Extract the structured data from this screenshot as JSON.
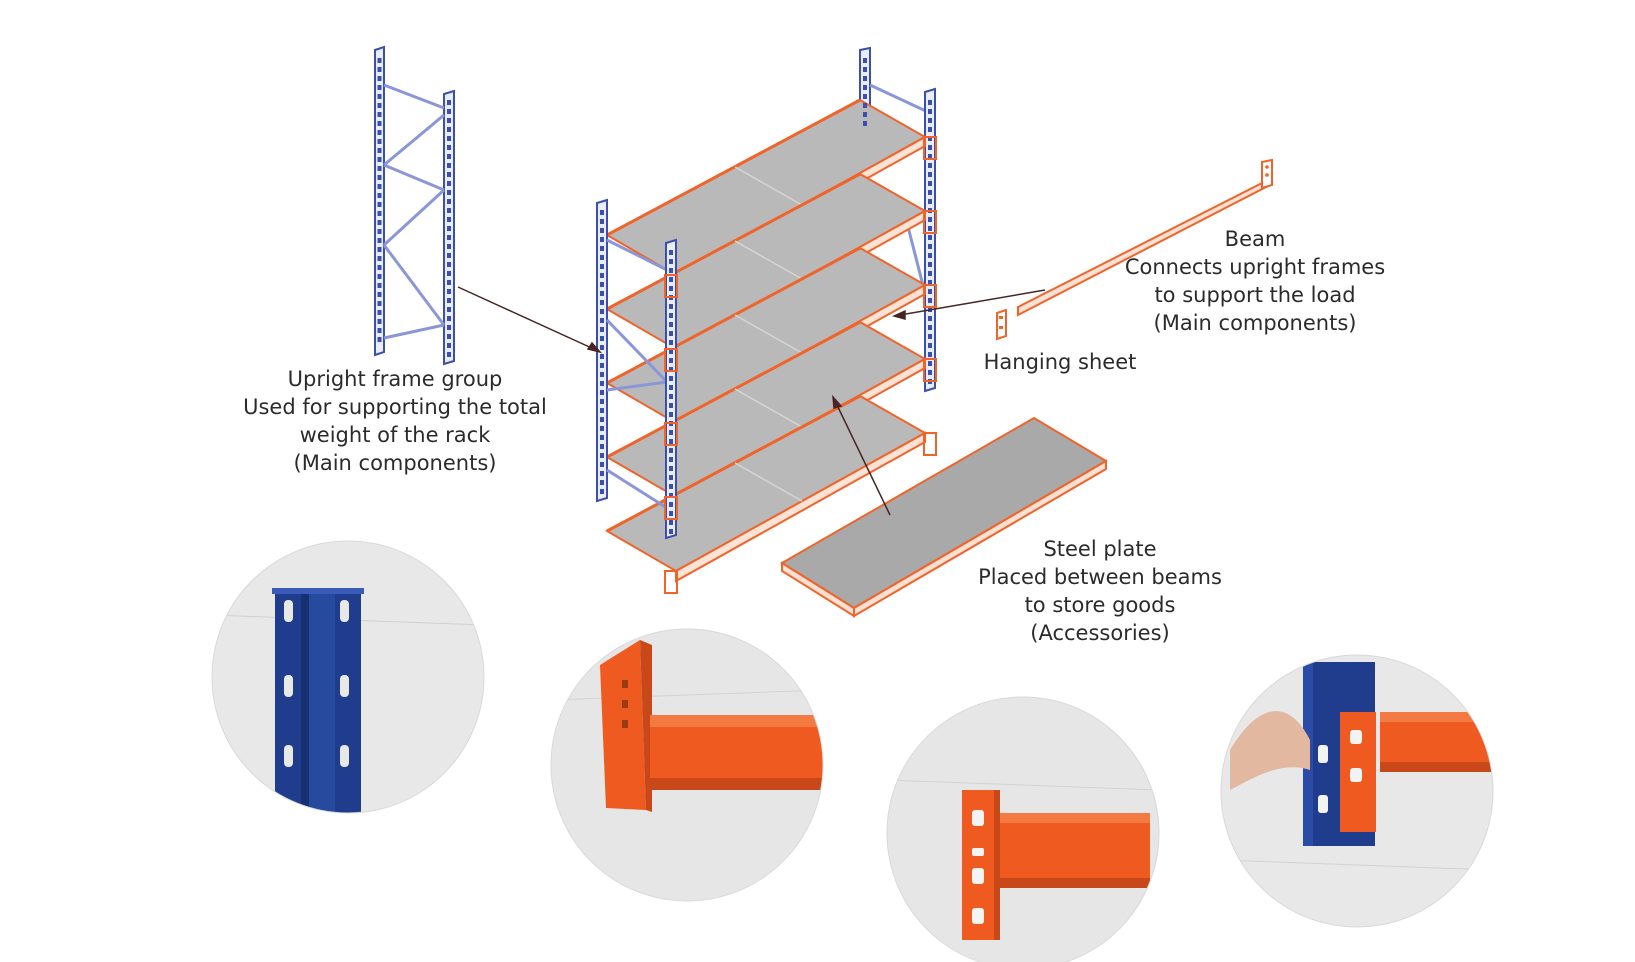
{
  "colors": {
    "upright": "#3b4fb0",
    "upright_light": "#8a96d8",
    "beam": "#f0642a",
    "shelf_top": "#b9b9b9",
    "shelf_side": "#d7d7d7",
    "pointer": "#4a2424",
    "photo_bg": "#e6e6e6",
    "photo_blue": "#1f3d8c",
    "photo_orange": "#ee5a1f"
  },
  "labels": {
    "upright": {
      "title": "Upright frame group",
      "line1": "Used for supporting the total",
      "line2": "weight of the rack",
      "tag": "(Main components)"
    },
    "beam": {
      "title": "Beam",
      "line1": "Connects upright frames",
      "line2": "to support the load",
      "tag": "(Main components)"
    },
    "hanging": {
      "title": "Hanging sheet"
    },
    "plate": {
      "title": "Steel plate",
      "line1": "Placed between beams",
      "line2": "to store goods",
      "tag": "(Accessories)"
    }
  },
  "photos": [
    {
      "subject": "blue-upright-closeup"
    },
    {
      "subject": "beam-end-connector-side"
    },
    {
      "subject": "beam-end-connector-front"
    },
    {
      "subject": "beam-mounted-on-upright"
    }
  ]
}
